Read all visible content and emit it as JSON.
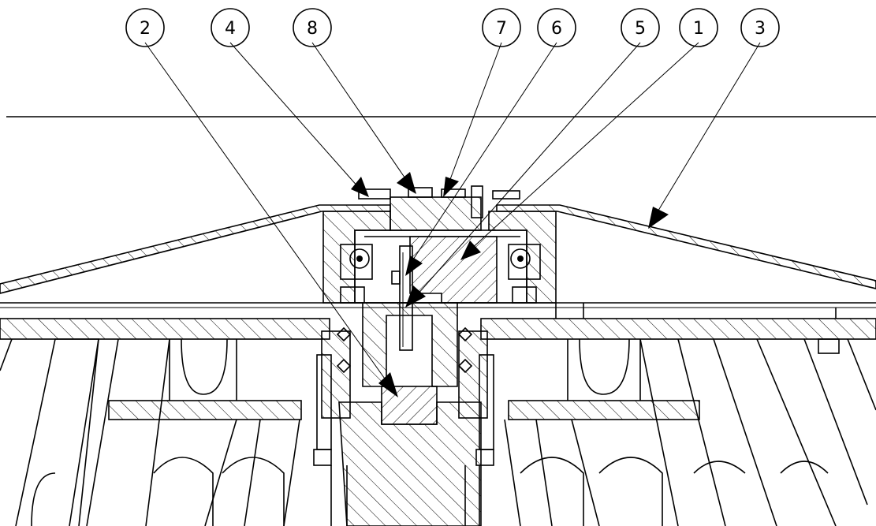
{
  "balloons": [
    {
      "id": "b2",
      "label": "2"
    },
    {
      "id": "b4",
      "label": "4"
    },
    {
      "id": "b8",
      "label": "8"
    },
    {
      "id": "b7",
      "label": "7"
    },
    {
      "id": "b6",
      "label": "6"
    },
    {
      "id": "b5",
      "label": "5"
    },
    {
      "id": "b1",
      "label": "1"
    },
    {
      "id": "b3",
      "label": "3"
    }
  ],
  "colors": {
    "line": "#000000",
    "background": "#ffffff"
  }
}
